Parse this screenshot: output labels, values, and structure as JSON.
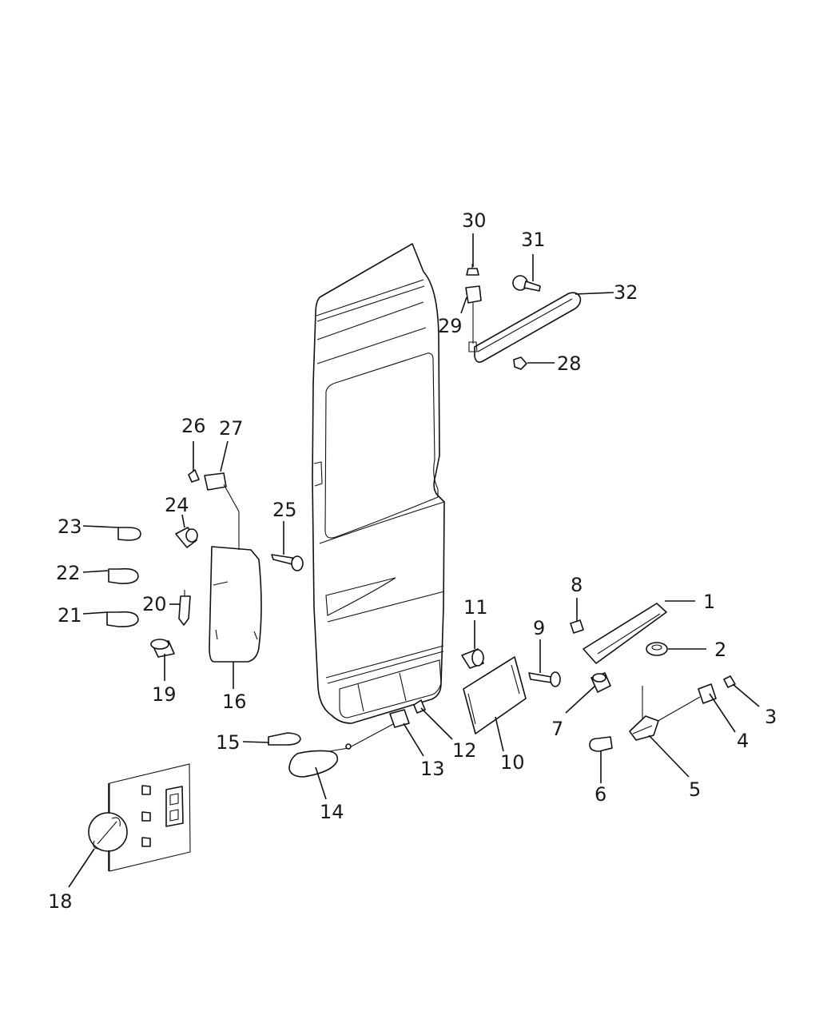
{
  "diagram": {
    "callouts": [
      {
        "id": "1",
        "label": "1"
      },
      {
        "id": "2",
        "label": "2"
      },
      {
        "id": "3",
        "label": "3"
      },
      {
        "id": "4",
        "label": "4"
      },
      {
        "id": "5",
        "label": "5"
      },
      {
        "id": "6",
        "label": "6"
      },
      {
        "id": "7",
        "label": "7"
      },
      {
        "id": "8",
        "label": "8"
      },
      {
        "id": "9",
        "label": "9"
      },
      {
        "id": "10",
        "label": "10"
      },
      {
        "id": "11",
        "label": "11"
      },
      {
        "id": "12",
        "label": "12"
      },
      {
        "id": "13",
        "label": "13"
      },
      {
        "id": "14",
        "label": "14"
      },
      {
        "id": "15",
        "label": "15"
      },
      {
        "id": "16",
        "label": "16"
      },
      {
        "id": "18",
        "label": "18"
      },
      {
        "id": "19",
        "label": "19"
      },
      {
        "id": "20",
        "label": "20"
      },
      {
        "id": "21",
        "label": "21"
      },
      {
        "id": "22",
        "label": "22"
      },
      {
        "id": "23",
        "label": "23"
      },
      {
        "id": "24",
        "label": "24"
      },
      {
        "id": "25",
        "label": "25"
      },
      {
        "id": "26",
        "label": "26"
      },
      {
        "id": "27",
        "label": "27"
      },
      {
        "id": "28",
        "label": "28"
      },
      {
        "id": "29",
        "label": "29"
      },
      {
        "id": "30",
        "label": "30"
      },
      {
        "id": "31",
        "label": "31"
      },
      {
        "id": "32",
        "label": "32"
      }
    ]
  }
}
